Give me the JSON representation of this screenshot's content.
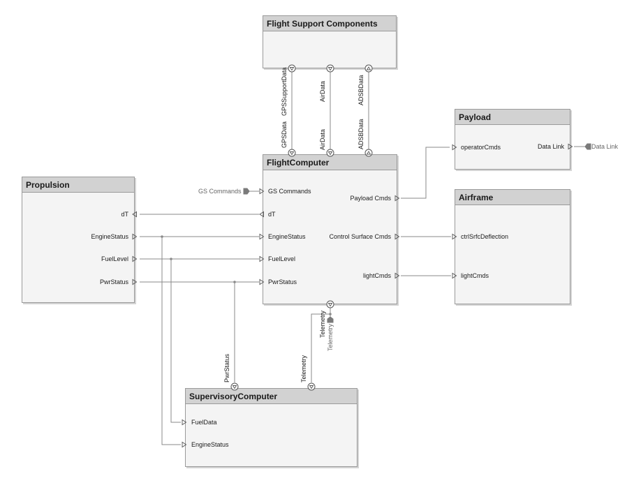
{
  "blocks": {
    "flight_support": {
      "title": "Flight Support Components",
      "ports": {
        "gps": "GPSSupportData",
        "air": "AirData",
        "adsb": "ADSBData"
      }
    },
    "flight_computer": {
      "title": "FlightComputer",
      "ports": {
        "gps": "GPSData",
        "air": "AirData",
        "adsb": "ADSBData",
        "gs": "GS Commands",
        "dt": "dT",
        "engine": "EngineStatus",
        "fuel": "FuelLevel",
        "pwr": "PwrStatus",
        "payload": "Payload Cmds",
        "control": "Control Surface Cmds",
        "light": "lightCmds"
      }
    },
    "propulsion": {
      "title": "Propulsion",
      "ports": {
        "dt": "dT",
        "engine": "EngineStatus",
        "fuel": "FuelLevel",
        "pwr": "PwrStatus"
      }
    },
    "payload": {
      "title": "Payload",
      "ports": {
        "operator": "operatorCmds",
        "datalink": "Data Link"
      }
    },
    "airframe": {
      "title": "Airframe",
      "ports": {
        "ctrl": "ctrlSrfcDeflection",
        "light": "lightCmds"
      }
    },
    "supervisory": {
      "title": "SupervisoryComputer",
      "ports": {
        "pwr": "PwrStatus",
        "telemetry": "Telemetry",
        "fuel": "FuelData",
        "engine": "EngineStatus"
      }
    }
  },
  "external_ports": {
    "gs_commands": "GS Commands",
    "data_link": "Data Link",
    "telemetry": "Telemetry"
  },
  "colors": {
    "block_fill": "#f4f4f4",
    "header_fill": "#d2d2d2",
    "border": "#9a9a9a",
    "line": "#8a8a8a",
    "port": "#555555",
    "external": "#7a7a7a"
  }
}
